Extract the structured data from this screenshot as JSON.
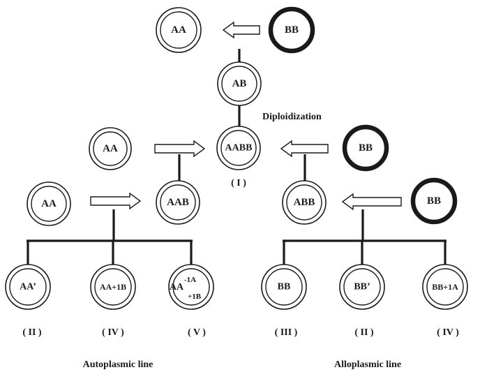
{
  "colors": {
    "ink": "#1a1a1a",
    "background": "#ffffff"
  },
  "nodes": {
    "aa_top": "AA",
    "bb_top": "BB",
    "ab": "AB",
    "aa_mid": "AA",
    "aabb": "AABB",
    "bb_right_mid": "BB",
    "aa_low": "AA",
    "aab": "AAB",
    "abb": "ABB",
    "bb_right_low": "BB",
    "aa_prime": "AA’",
    "aa_plus_1b": "AA+1B",
    "aa_sub": {
      "base": "AA",
      "sup": "-1A",
      "sub": "+1B"
    },
    "bb_bottom": "BB",
    "bb_prime": "BB’",
    "bb_plus_1a": "BB+1A"
  },
  "texts": {
    "diploidization": "Diploidization",
    "roman_aabb": "( I )",
    "roman_aa_prime": "( II )",
    "roman_aa_plus_1b": "( IV )",
    "roman_aa_sub": "( V )",
    "roman_bb": "( III )",
    "roman_bb_prime": "( II )",
    "roman_bb_plus_1a": "( IV )",
    "autoplasmic": "Autoplasmic line",
    "alloplasmic": "Alloplasmic line"
  }
}
